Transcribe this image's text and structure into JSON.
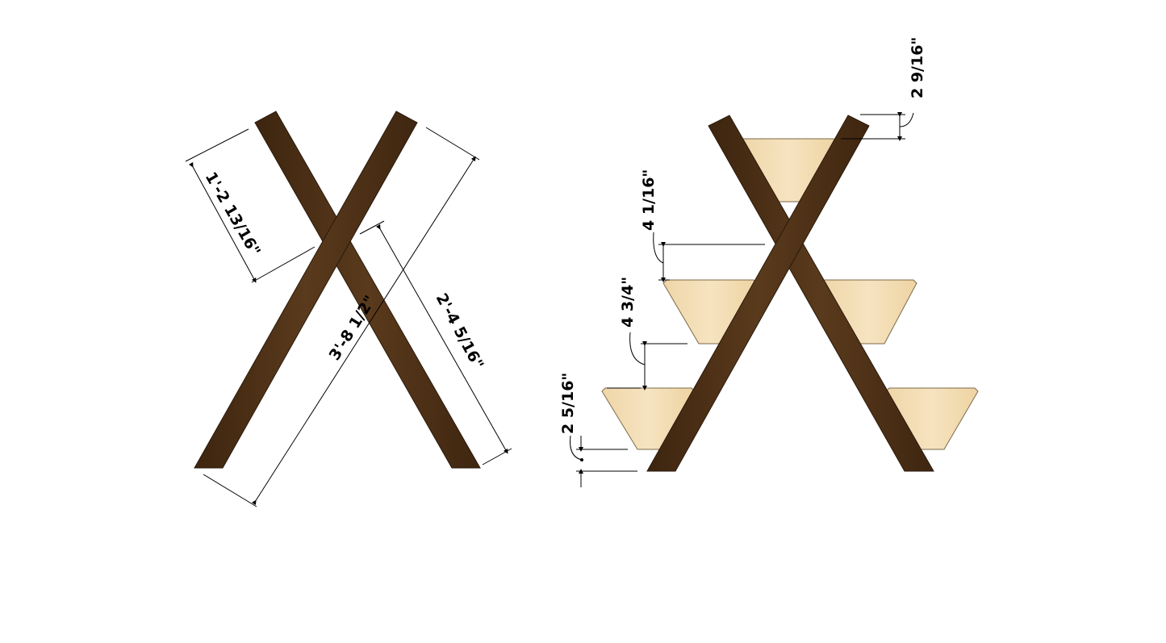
{
  "left_view": {
    "dim_top_segment": "1'-2 13/16\"",
    "dim_full_leg": "3'-8 1/2\"",
    "dim_lower_segment": "2'-4 5/16\""
  },
  "right_view": {
    "dim_top_offset": "2 9/16\"",
    "dim_gap_upper": "4 1/16\"",
    "dim_gap_lower": "4 3/4\"",
    "dim_bottom_offset": "2 5/16\""
  },
  "colors": {
    "wood_dark": "#4a2e14",
    "wood_light": "#f2dcb2",
    "background": "#ffffff"
  }
}
